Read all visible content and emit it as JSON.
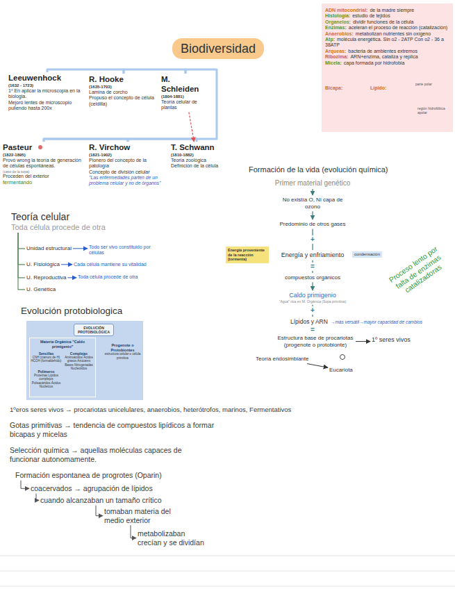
{
  "diagram": {
    "title": "Biodiversidad",
    "nodes": [
      {
        "text": [
          "Leeuwenhock",
          "(1632 - 1723)",
          "1º En aplicar la microscopia en la biologia.",
          "Mejoró lentes de microscopio puliendo hasta 200x"
        ]
      },
      {
        "text": [
          "R. Hooke",
          "(1635-1703)",
          "Lamina de corcho",
          "Propuso el concepto de célula (celdilla)"
        ]
      },
      {
        "text": [
          "M. Schleiden",
          "(1804-1881)",
          "Teoría celular de plantas"
        ]
      },
      {
        "text": [
          "Pasteur",
          "(1822-1895)",
          "Provó wrong la teoría de generación de células espontáneas.",
          "(caso de la sopa)",
          "Proceden del exterior",
          "fermentando"
        ]
      },
      {
        "text": [
          "R. Virchow",
          "(1821-1902)",
          "Pionero del concepto de la patología",
          "Concepto de división celular",
          "\"Las enfermedades parten de un problema celular y no de órganos\""
        ]
      },
      {
        "text": [
          "T. Schwann",
          "(1810-1882)",
          "Teoría zoológica",
          "Definición de la célula"
        ]
      },
      {
        "text": [
          "ADN mitocondrial:",
          "de la madre siempre",
          "Histología:",
          "estudio de tejidos",
          "Organelos:",
          "dividir funciones de la célula",
          "Enzimas:",
          "aceleran el proceso de reacción (catalización)",
          "Anaerobios:",
          "metabolizan nutrientes sin oxígeno",
          "Atp:",
          "molécula energética. Sin o2 - 2ATP Con o2 - 36 a 38ATP",
          "Arqueas:",
          "bacteria de ambientes extremos",
          "Ribozima:",
          "ARN+enzima, cataliza y replica",
          "Micela:",
          "capa formada por hidrofobia",
          "Bicapa:",
          "Lípido:",
          "parte polar",
          "región hidrofóbica apolar"
        ]
      },
      {
        "text": [
          "Teoría celular",
          "Toda célula procede de otra"
        ]
      },
      {
        "text": [
          "Unidad estructural"
        ]
      },
      {
        "text": [
          "Todo ser vivo constituido por células"
        ]
      },
      {
        "text": [
          "U. Fisiológica"
        ]
      },
      {
        "text": [
          "Cada célula mantiene su vitalidad"
        ]
      },
      {
        "text": [
          "U. Reproductiva"
        ]
      },
      {
        "text": [
          "Toda célula procede de otra"
        ]
      },
      {
        "text": [
          "U. Genética"
        ]
      },
      {
        "text": [
          "Primer material genético"
        ]
      },
      {
        "text": [
          "No existía O, Ni capa de ozono"
        ]
      },
      {
        "text": [
          "Predominio de otros gases"
        ]
      },
      {
        "text": [
          "Energía y enfriamiento"
        ]
      },
      {
        "text": [
          "Energía proveniente de la reacción (tormenta)"
        ]
      },
      {
        "text": [
          "condensación"
        ]
      },
      {
        "text": [
          "compuestos orgánicos"
        ]
      },
      {
        "text": [
          "Caldo primigenio",
          "\"Agua\" rica en M. Orgánica (Sopa primitiva)"
        ]
      },
      {
        "text": [
          "Lípidos y ARN",
          "→más versátil→mayor capacidad de cambios"
        ]
      },
      {
        "text": [
          "Estructura base de procariotas (progenote o protobionte)"
        ]
      },
      {
        "text": [
          "1º seres vivos"
        ]
      },
      {
        "text": [
          "Teoría endosimbiante"
        ]
      },
      {
        "text": [
          "Eucariota"
        ]
      },
      {
        "text": []
      },
      {
        "text": [
          "EVOLUCIÓN PROTOBIOLÓGICA"
        ],
        "in": 28
      },
      {
        "text": [
          "Materia Orgánica \"Caldo primigenio\""
        ],
        "in": 28
      },
      {
        "text": [
          "Sencillas",
          "CNH (cianuro de H) HCOH (formaldehído)"
        ],
        "in": 30
      },
      {
        "text": [
          "Complejas",
          "Aminoácidos Ácidos grasos Azúcares Bases Nitrogenadas Nucleótidos"
        ],
        "in": 30
      },
      {
        "text": [
          "Polímeros",
          "Proteínas Lípidos complejos Polisacáridos Ácidos Nucleicos"
        ],
        "in": 30
      },
      {
        "text": [
          "Progenote o Protobiontes",
          "estructura celular o célula primitiva"
        ],
        "in": 28
      },
      {
        "text": [
          "Formación espontanea de progrotes (Oparin)"
        ]
      },
      {
        "text": [
          "coacervados → agrupación de lípidos"
        ]
      },
      {
        "text": [
          "cuando alcanzaban un tamaño crítico"
        ]
      },
      {
        "text": [
          "tomaban materia del medio exterior"
        ]
      },
      {
        "text": [
          "metabolizaban crecían y se dividían"
        ]
      }
    ],
    "edges": [
      {
        "from": 0,
        "to": 1,
        "arrow": "none"
      },
      {
        "from": 1,
        "to": 2,
        "arrow": "none"
      },
      {
        "from": 2,
        "to": 3,
        "arrow": "none"
      },
      {
        "from": 3,
        "to": 4,
        "arrow": "none"
      },
      {
        "from": 4,
        "to": 5,
        "arrow": "none"
      },
      {
        "from": 2,
        "to": 5,
        "arrow": "to"
      },
      {
        "from": 7,
        "to": 8,
        "arrow": "none"
      },
      {
        "from": 7,
        "to": 10,
        "arrow": "none"
      },
      {
        "from": 7,
        "to": 12,
        "arrow": "none"
      },
      {
        "from": 7,
        "to": 14,
        "arrow": "none"
      },
      {
        "from": 8,
        "to": 9,
        "arrow": "to"
      },
      {
        "from": 10,
        "to": 11,
        "arrow": "to"
      },
      {
        "from": 12,
        "to": 13,
        "arrow": "to"
      },
      {
        "from": 15,
        "to": 16,
        "arrow": "to"
      },
      {
        "from": 16,
        "to": 17,
        "arrow": "to"
      },
      {
        "from": 17,
        "to": 18,
        "label": "+",
        "arrow": "none"
      },
      {
        "from": 18,
        "to": 21,
        "label": "=",
        "arrow": "none"
      },
      {
        "from": 21,
        "to": 22,
        "arrow": "to"
      },
      {
        "from": 22,
        "to": 23,
        "label": "+",
        "arrow": "none"
      },
      {
        "from": 23,
        "to": 24,
        "label": "=",
        "arrow": "none"
      },
      {
        "from": 24,
        "to": 25,
        "arrow": "to"
      },
      {
        "from": 26,
        "to": 27,
        "arrow": "to"
      },
      {
        "from": 30,
        "to": 34,
        "arrow": "to"
      },
      {
        "from": 35,
        "to": 36,
        "arrow": "to"
      },
      {
        "from": 36,
        "to": 37,
        "arrow": "to"
      },
      {
        "from": 37,
        "to": 38,
        "arrow": "to"
      },
      {
        "from": 38,
        "to": 39,
        "arrow": "to"
      }
    ],
    "labels": [
      "Formación de la vida (evolución química)",
      "Proceso lento por falta de enzimas catalizadoras",
      "Evolución protobiologica",
      "1ºeros seres vivos → procariotas unicelulares, anaerobios, heterótrofos, marinos, Fermentativos",
      "Gotas primitivas → tendencia de compuestos lipídicos a formar bicapas y micelas",
      "Selección química → aquellas moléculas capaces de funcionar autonomamente."
    ]
  }
}
